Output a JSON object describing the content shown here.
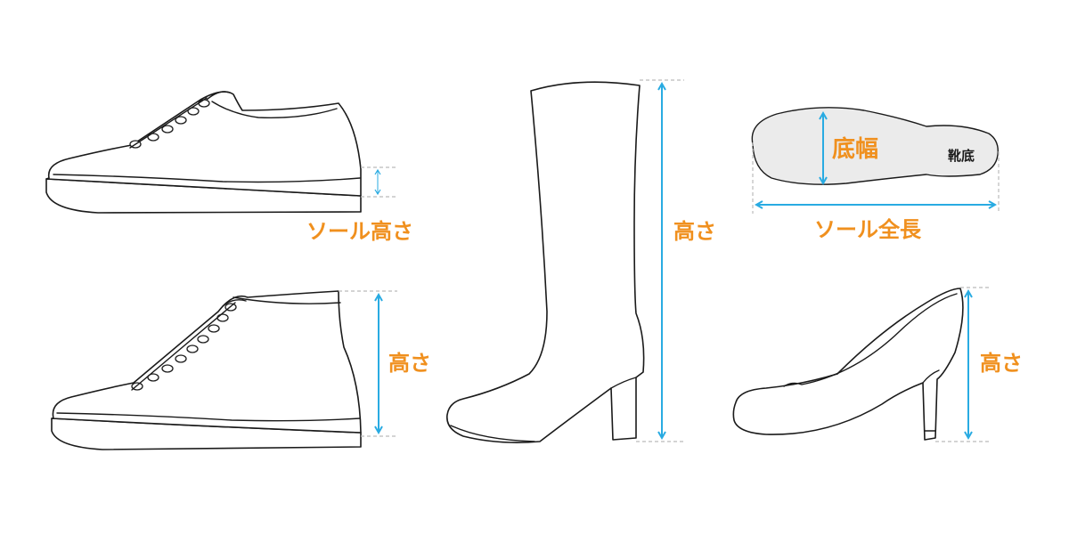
{
  "labels": {
    "sole_height": "ソール高さ",
    "high_sneaker_height": "高さ",
    "boot_height": "高さ",
    "sole_width": "底幅",
    "shoe_sole": "靴底",
    "sole_length": "ソール全長",
    "pump_height": "高さ"
  },
  "colors": {
    "label_accent": "#f0901e",
    "dimension_arrow": "#29abe2",
    "guide_dashed": "#bbbbbb",
    "outline": "#1a1a1a",
    "sole_fill": "#ebebeb"
  }
}
